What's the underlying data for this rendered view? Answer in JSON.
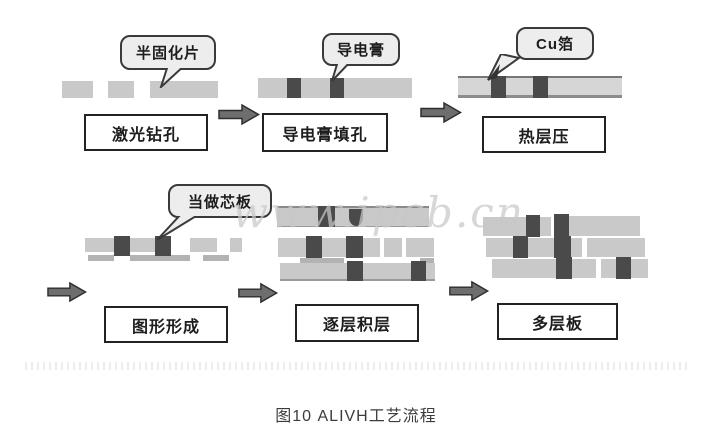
{
  "figure": {
    "caption": "图10 ALIVH工艺流程",
    "watermark": "www.ipcb.cn"
  },
  "steps": [
    {
      "label": "激光钻孔",
      "callout": "半固化片"
    },
    {
      "label": "导电膏填孔",
      "callout": "导电膏"
    },
    {
      "label": "热层压",
      "callout": "Cu箔"
    },
    {
      "label": "图形形成",
      "callout": "当做芯板"
    },
    {
      "label": "逐层积层"
    },
    {
      "label": "多层板"
    }
  ],
  "colors": {
    "board_gray": "#c9c9c9",
    "via_dark": "#4a4a4a",
    "arrow_gray": "#6e6e6e",
    "outline": "#2f2f2f",
    "watermark_gray": "#c8c8c8"
  }
}
